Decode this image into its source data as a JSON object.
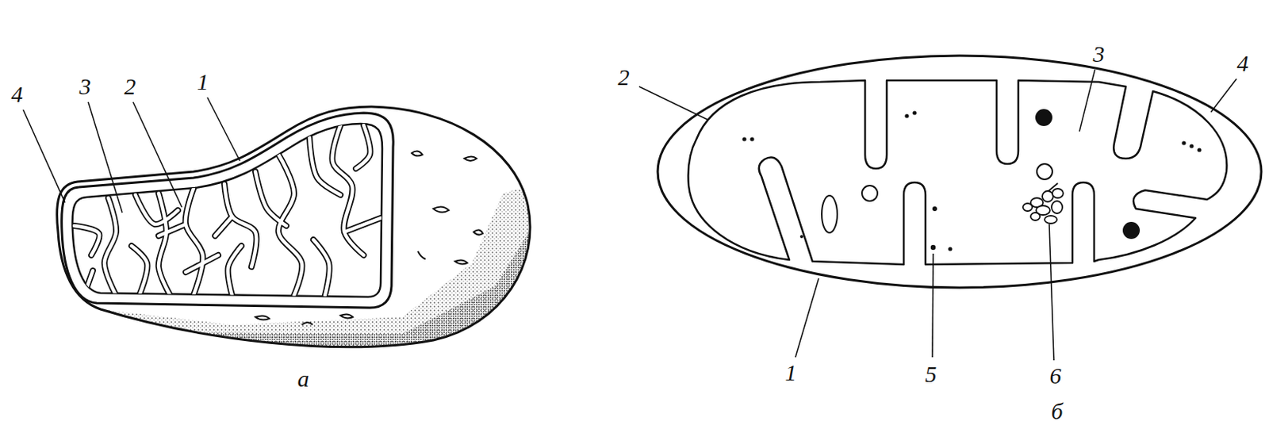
{
  "diagram": {
    "labels": [
      "4",
      "3",
      "2",
      "1",
      "а",
      "2",
      "3",
      "4",
      "1",
      "5",
      "6",
      "б"
    ]
  }
}
